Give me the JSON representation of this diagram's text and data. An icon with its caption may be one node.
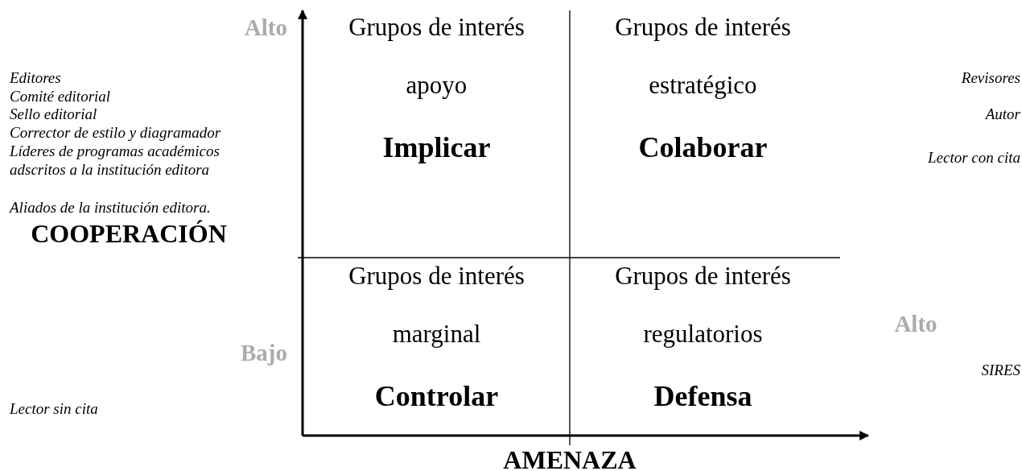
{
  "diagram": {
    "nodes": [
      {
        "text": [
          "Grupos de interés",
          "apoyo",
          "Implicar"
        ]
      },
      {
        "text": [
          "Grupos de interés",
          "estratégico",
          "Colaborar"
        ]
      },
      {
        "text": [
          "Grupos de interés",
          "marginal",
          "Controlar"
        ]
      },
      {
        "text": [
          "Grupos de interés",
          "regulatorios",
          "Defensa"
        ]
      }
    ],
    "edges": [],
    "labels": [
      "Alto",
      "Editores",
      "Revisores",
      "Comité editorial",
      "Sello editorial",
      "Autor",
      "Corrector de estilo y diagramador",
      "Líderes de programas académicos adscritos a la institución editora",
      "Lector con cita",
      "Aliados de la institución editora.",
      "COOPERACIÓN",
      "Alto",
      "Bajo",
      "SIRES",
      "Lector sin cita",
      "AMENAZA"
    ]
  }
}
